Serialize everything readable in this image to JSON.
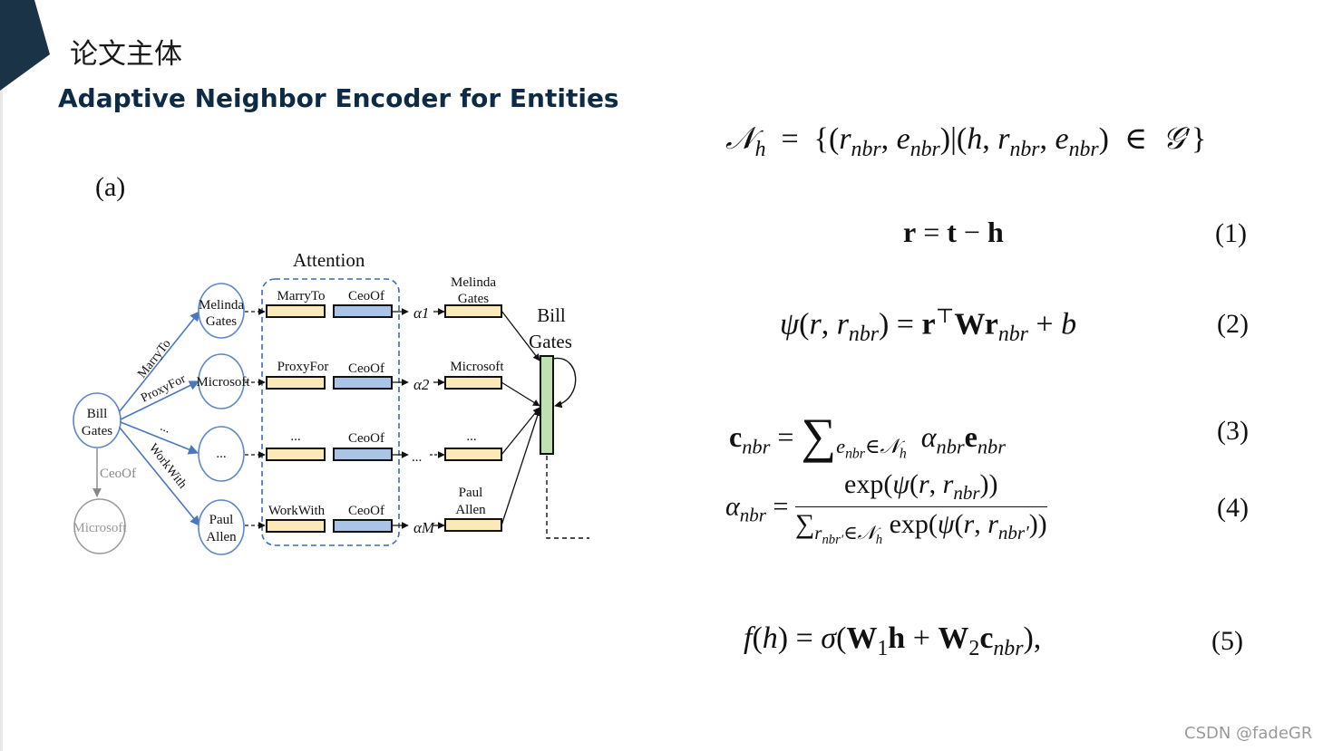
{
  "header": {
    "section_title": "论文主体",
    "main_title": "Adaptive Neighbor Encoder for Entities"
  },
  "figure": {
    "panel_label": "(a)",
    "attention_label": "Attention",
    "center_node": [
      "Bill",
      "Gates"
    ],
    "bottom_node": "Microsoft",
    "bottom_edge": "CeoOf",
    "neighbor_nodes": [
      [
        "Melinda",
        "Gates"
      ],
      [
        "Microsoft"
      ],
      [
        "..."
      ],
      [
        "Paul",
        "Allen"
      ]
    ],
    "edge_labels": [
      "MarryTo",
      "ProxyFor",
      "...",
      "WorkWith"
    ],
    "rows": [
      {
        "rel": "MarryTo",
        "target_rel": "CeoOf",
        "alpha": "α1",
        "out": [
          "Melinda",
          "Gates"
        ]
      },
      {
        "rel": "ProxyFor",
        "target_rel": "CeoOf",
        "alpha": "α2",
        "out": [
          "Microsoft"
        ]
      },
      {
        "rel": "...",
        "target_rel": "CeoOf",
        "alpha": "...",
        "out": [
          "..."
        ]
      },
      {
        "rel": "WorkWith",
        "target_rel": "CeoOf",
        "alpha": "αM",
        "out": [
          "Paul",
          "Allen"
        ]
      }
    ],
    "output_label": [
      "Bill",
      "Gates"
    ]
  },
  "equations": {
    "eq0_label": "",
    "eq1_num": "(1)",
    "eq2_num": "(2)",
    "eq3_num": "(3)",
    "eq4_num": "(4)",
    "eq5_num": "(5)"
  },
  "watermark": "CSDN @fadeGR",
  "colors": {
    "title_navy": "#0e2b45",
    "node_blue": "#5b87c7",
    "rel_yellow": "#fbe9b7",
    "rel_blue": "#a9c4e6",
    "gate_green": "#bfe0b0",
    "corner": "#1b3346"
  }
}
